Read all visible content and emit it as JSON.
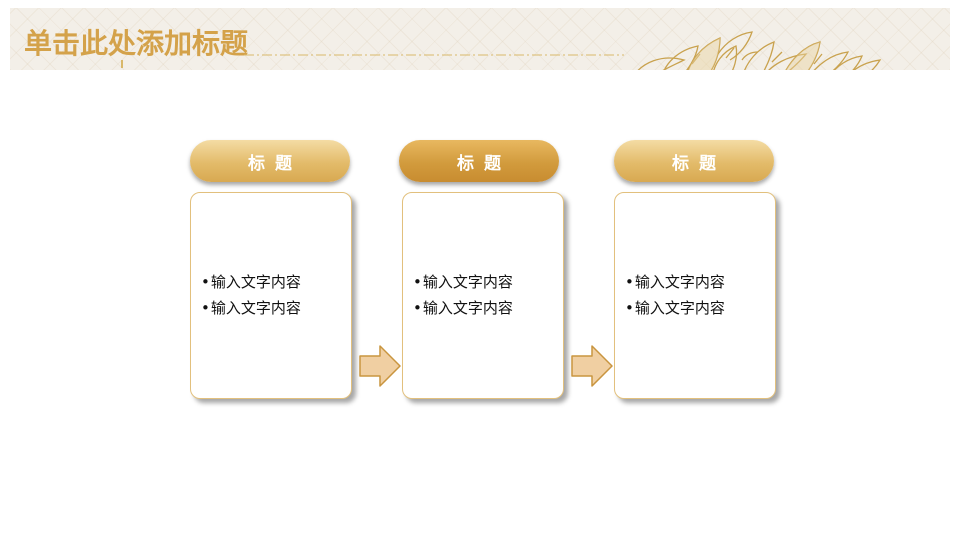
{
  "slide": {
    "title": "单击此处添加标题"
  },
  "process": {
    "steps": [
      {
        "title": "标题",
        "items": [
          "输入文字内容",
          "输入文字内容"
        ]
      },
      {
        "title": "标题",
        "items": [
          "输入文字内容",
          "输入文字内容"
        ]
      },
      {
        "title": "标题",
        "items": [
          "输入文字内容",
          "输入文字内容"
        ]
      }
    ],
    "bullet": "•"
  },
  "colors": {
    "accent": "#d4a24a",
    "tab_light": "#e3bb6a",
    "tab_dark": "#d29b3d",
    "card_border": "#e2c07d",
    "arrow_fill": "#f0cfa2",
    "arrow_stroke": "#c9953f"
  },
  "icons": {
    "header": "floral-ornament-icon",
    "connector": "right-arrow-icon"
  }
}
